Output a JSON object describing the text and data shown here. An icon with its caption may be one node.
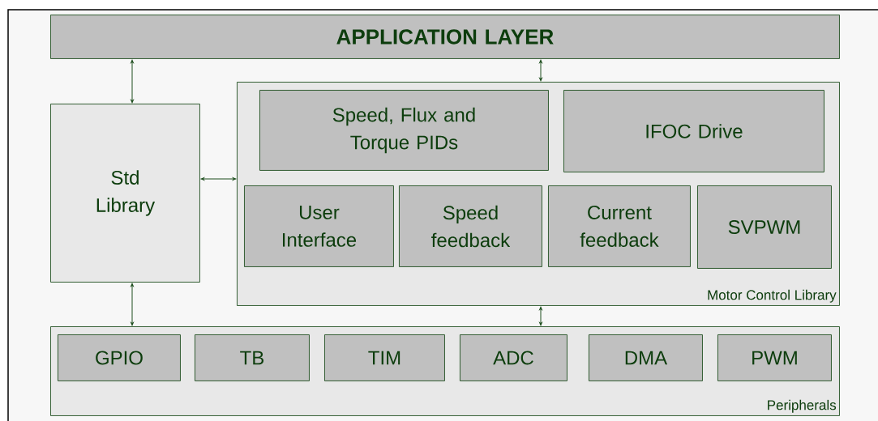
{
  "diagram": {
    "nodes": [
      {
        "text": [
          "APPLICATION LAYER"
        ]
      },
      {
        "text": [
          "Std Library"
        ]
      },
      {
        "text": [
          "Motor Control Library"
        ]
      },
      {
        "text": [
          "Speed, Flux and Torque PIDs"
        ],
        "in": 2
      },
      {
        "text": [
          "IFOC Drive"
        ],
        "in": 2
      },
      {
        "text": [
          "User Interface"
        ],
        "in": 2
      },
      {
        "text": [
          "Speed feedback"
        ],
        "in": 2
      },
      {
        "text": [
          "Current feedback"
        ],
        "in": 2
      },
      {
        "text": [
          "SVPWM"
        ],
        "in": 2
      },
      {
        "text": [
          "Peripherals"
        ]
      },
      {
        "text": [
          "GPIO"
        ],
        "in": 9
      },
      {
        "text": [
          "TB"
        ],
        "in": 9
      },
      {
        "text": [
          "TIM"
        ],
        "in": 9
      },
      {
        "text": [
          "ADC"
        ],
        "in": 9
      },
      {
        "text": [
          "DMA"
        ],
        "in": 9
      },
      {
        "text": [
          "PWM"
        ],
        "in": 9
      }
    ],
    "edges": [
      {
        "from": 0,
        "to": 1,
        "arrow": "both"
      },
      {
        "from": 0,
        "to": 2,
        "arrow": "both"
      },
      {
        "from": 1,
        "to": 2,
        "arrow": "both"
      },
      {
        "from": 1,
        "to": 9,
        "arrow": "both"
      },
      {
        "from": 2,
        "to": 9,
        "arrow": "both"
      }
    ]
  }
}
